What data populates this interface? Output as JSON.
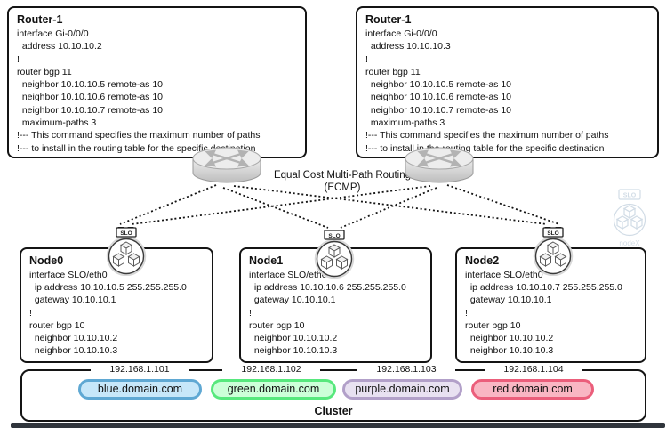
{
  "routers": [
    {
      "name": "Router-1",
      "config": [
        "interface Gi-0/0/0",
        "  address 10.10.10.2",
        "!",
        "router bgp 11",
        "  neighbor 10.10.10.5 remote-as 10",
        "  neighbor 10.10.10.6 remote-as 10",
        "  neighbor 10.10.10.7 remote-as 10",
        "  maximum-paths 3",
        "!--- This command specifies the maximum number of paths",
        "!--- to install in the routing table for the specific destination"
      ]
    },
    {
      "name": "Router-1",
      "config": [
        "interface Gi-0/0/0",
        "  address 10.10.10.3",
        "!",
        "router bgp 11",
        "  neighbor 10.10.10.5 remote-as 10",
        "  neighbor 10.10.10.6 remote-as 10",
        "  neighbor 10.10.10.7 remote-as 10",
        "  maximum-paths 3",
        "!--- This command specifies the maximum number of paths",
        "!--- to install in the routing table for the specific destination"
      ]
    }
  ],
  "ecmp": {
    "line1": "Equal Cost Multi-Path Routing",
    "line2": "(ECMP)"
  },
  "node_badge": "SLO",
  "nodes": [
    {
      "name": "Node0",
      "config": [
        "interface SLO/eth0",
        "  ip address 10.10.10.5 255.255.255.0",
        "  gateway 10.10.10.1",
        "!",
        "router bgp 10",
        "  neighbor 10.10.10.2",
        "  neighbor 10.10.10.3"
      ]
    },
    {
      "name": "Node1",
      "config": [
        "interface SLO/eth0",
        "  ip address 10.10.10.6 255.255.255.0",
        "  gateway 10.10.10.1",
        "!",
        "router bgp 10",
        "  neighbor 10.10.10.2",
        "  neighbor 10.10.10.3"
      ]
    },
    {
      "name": "Node2",
      "config": [
        "interface SLO/eth0",
        "  ip address 10.10.10.7 255.255.255.0",
        "  gateway 10.10.10.1",
        "!",
        "router bgp 10",
        "  neighbor 10.10.10.2",
        "  neighbor 10.10.10.3"
      ]
    }
  ],
  "watermark": {
    "badge": "SLO",
    "label": "nodeX"
  },
  "cluster": {
    "label": "Cluster",
    "services": [
      {
        "ip": "192.168.1.101",
        "domain": "blue.domain.com",
        "fill": "#c7e7f9",
        "border": "#5fa8d3"
      },
      {
        "ip": "192.168.1.102",
        "domain": "green.domain.com",
        "fill": "#ccffd8",
        "border": "#57e87d"
      },
      {
        "ip": "192.168.1.103",
        "domain": "purple.domain.com",
        "fill": "#e8e1f1",
        "border": "#b2a0c9"
      },
      {
        "ip": "192.168.1.104",
        "domain": "red.domain.com",
        "fill": "#f9b6c3",
        "border": "#eb5e7b"
      }
    ]
  }
}
